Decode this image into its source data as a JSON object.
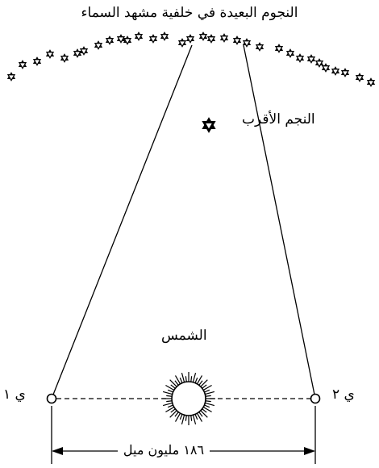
{
  "labels": {
    "background_stars": "النجوم البعيدة في خلفية مشهد السماء",
    "nearest_star": "النجم الأقرب",
    "sun": "الشمس",
    "earth_position_1": "ي ١",
    "earth_position_2": "ي ٢",
    "baseline": "١٨٦ مليون ميل"
  },
  "icons": {
    "background_star": "six-pointed-star-icon",
    "nearest_star": "six-pointed-star-icon",
    "sun": "sun-icon",
    "earth": "circle-icon"
  },
  "colors": {
    "ink": "#000000",
    "background": "#ffffff"
  }
}
